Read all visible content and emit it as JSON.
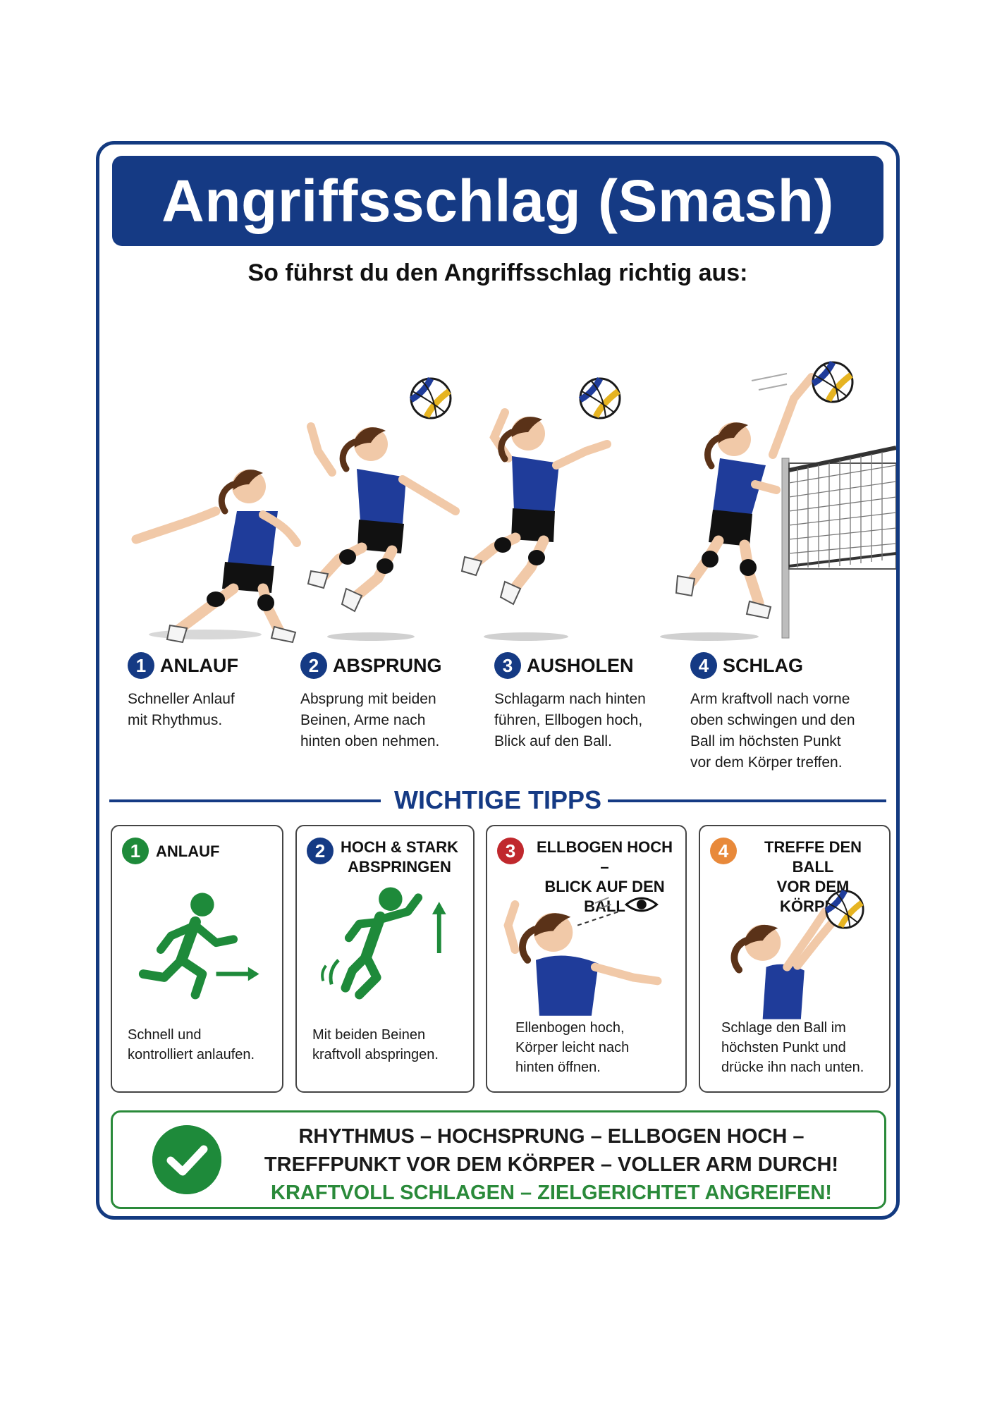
{
  "title": "Angriffsschlag (Smash)",
  "subtitle": "So führst du den Angriffsschlag richtig aus:",
  "colors": {
    "primary": "#153a84",
    "green": "#1e8a3a",
    "red": "#c0282d",
    "orange": "#e8893a",
    "jersey": "#1f3c9a"
  },
  "steps": [
    {
      "num": "1",
      "title": "ANLAUF",
      "desc": "Schneller Anlauf\nmit Rhythmus."
    },
    {
      "num": "2",
      "title": "ABSPRUNG",
      "desc": "Absprung mit beiden\nBeinen, Arme nach\nhinten oben nehmen."
    },
    {
      "num": "3",
      "title": "AUSHOLEN",
      "desc": "Schlagarm nach hinten\nführen, Ellbogen hoch,\nBlick auf den Ball."
    },
    {
      "num": "4",
      "title": "SCHLAG",
      "desc": "Arm kraftvoll nach vorne\noben schwingen und den\nBall im höchsten Punkt\nvor dem Körper treffen."
    }
  ],
  "tips_title": "WICHTIGE TIPPS",
  "tips": [
    {
      "num": "1",
      "title": "ANLAUF",
      "desc": "Schnell und\nkontrolliert anlaufen.",
      "icon": "running-person-icon"
    },
    {
      "num": "2",
      "title": "HOCH & STARK\nABSPRINGEN",
      "desc": "Mit beiden Beinen\nkraftvoll abspringen.",
      "icon": "jumping-person-icon"
    },
    {
      "num": "3",
      "title": "ELLBOGEN HOCH –\nBLICK AUF DEN BALL",
      "desc": "Ellenbogen hoch,\nKörper leicht nach\nhinten öffnen.",
      "icon": "eye-icon"
    },
    {
      "num": "4",
      "title": "TREFFE DEN BALL\nVOR DEM KÖRPER",
      "desc": "Schlage den Ball im\nhöchsten Punkt und\ndrücke ihn nach unten.",
      "icon": "volleyball-icon"
    }
  ],
  "summary": {
    "line1": "RHYTHMUS – HOCHSPRUNG – ELLBOGEN HOCH –",
    "line2": "TREFFPUNKT VOR DEM KÖRPER – VOLLER ARM DURCH!",
    "line3": "KRAFTVOLL SCHLAGEN – ZIELGERICHTET ANGREIFEN!",
    "icon": "checkmark-icon"
  }
}
